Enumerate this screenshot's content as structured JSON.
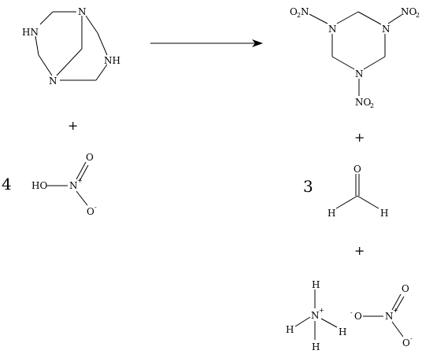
{
  "reaction": {
    "reactant_hexamine": {
      "atoms": [
        "HN",
        "N",
        "NH",
        "N"
      ]
    },
    "plus_1": "+",
    "coef_nitric": "4",
    "reactant_nitric_acid": {
      "ho": "HO",
      "n": "N",
      "n_charge": "+",
      "o_top": "O",
      "o_bottom": "O",
      "o_bottom_charge": "-"
    },
    "arrow": "reaction-arrow",
    "product_rdx": {
      "nitro_left": [
        "O",
        "2",
        "N"
      ],
      "nitro_right": [
        "NO",
        "2"
      ],
      "nitro_bottom": [
        "NO",
        "2"
      ],
      "ring_n": "N"
    },
    "plus_2": "+",
    "coef_formaldehyde": "3",
    "product_formaldehyde": {
      "o": "O",
      "h": "H"
    },
    "plus_3": "+",
    "product_ammonium": {
      "n": "N",
      "charge": "+",
      "h": "H"
    },
    "product_nitrate": {
      "o_left": "O",
      "o_left_charge": "-",
      "n": "N",
      "n_charge": "+",
      "o_top": "O",
      "o_bottom": "O",
      "o_bottom_charge": "-"
    }
  }
}
